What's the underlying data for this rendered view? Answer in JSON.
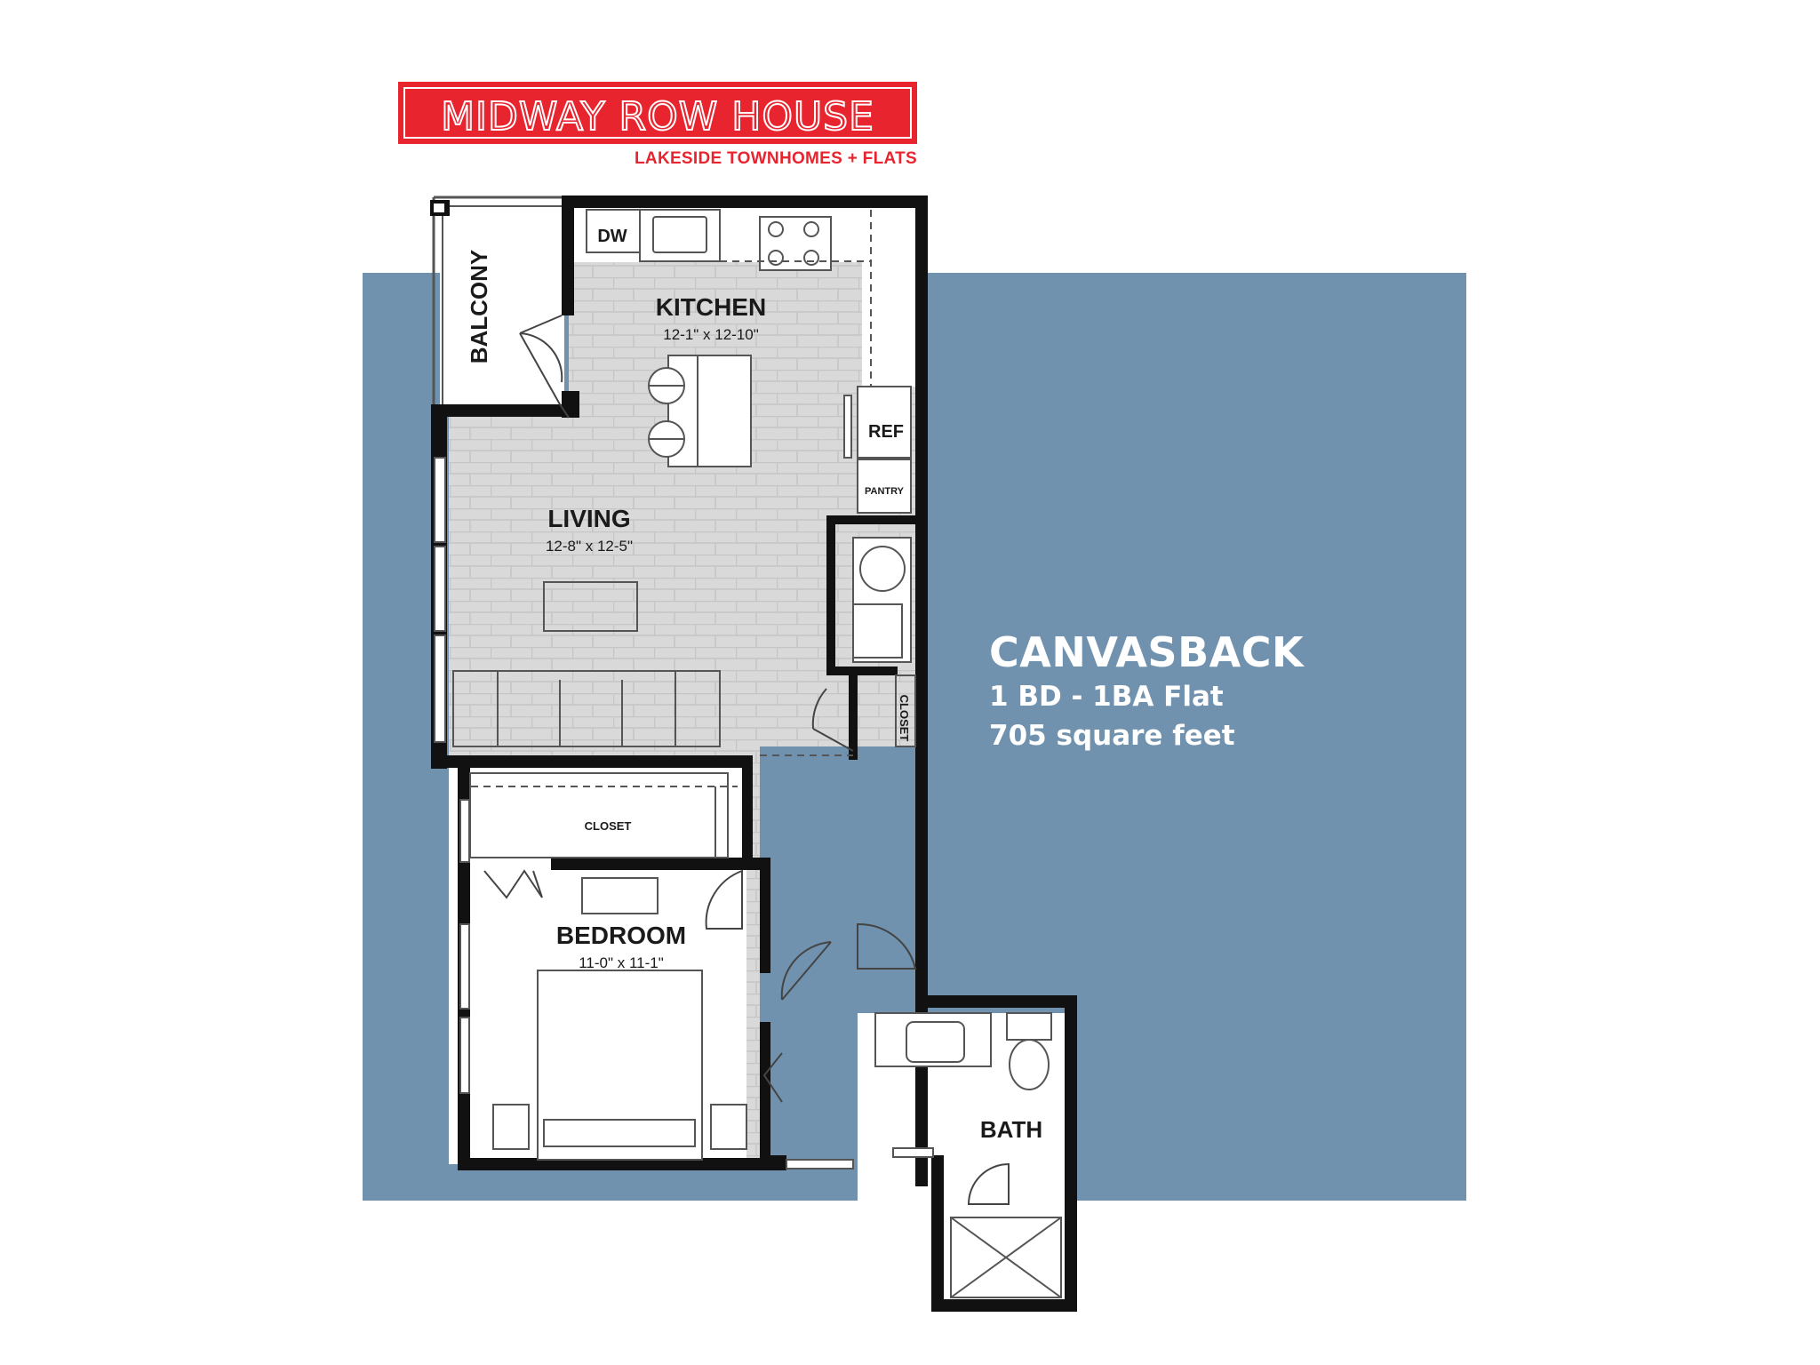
{
  "logo": {
    "title": "MIDWAY ROW HOUSE",
    "subtitle": "LAKESIDE TOWNHOMES + FLATS",
    "color": "#e8242f"
  },
  "unit": {
    "name": "CANVASBACK",
    "type": "1 BD - 1BA Flat",
    "area": "705 square feet"
  },
  "rooms": {
    "kitchen": {
      "name": "KITCHEN",
      "dims": "12-1\" x 12-10\""
    },
    "living": {
      "name": "LIVING",
      "dims": "12-8\" x 12-5\""
    },
    "bedroom": {
      "name": "BEDROOM",
      "dims": "11-0\" x 11-1\""
    },
    "balcony": "BALCONY",
    "bath": "BATH",
    "closet_hall": "CLOSET",
    "closet_bedroom": "CLOSET",
    "dw": "DW",
    "ref": "REF",
    "pantry": "PANTRY"
  },
  "colors": {
    "panel": "#7192ae",
    "floor": "#d9d9d9",
    "wall": "#111111"
  }
}
